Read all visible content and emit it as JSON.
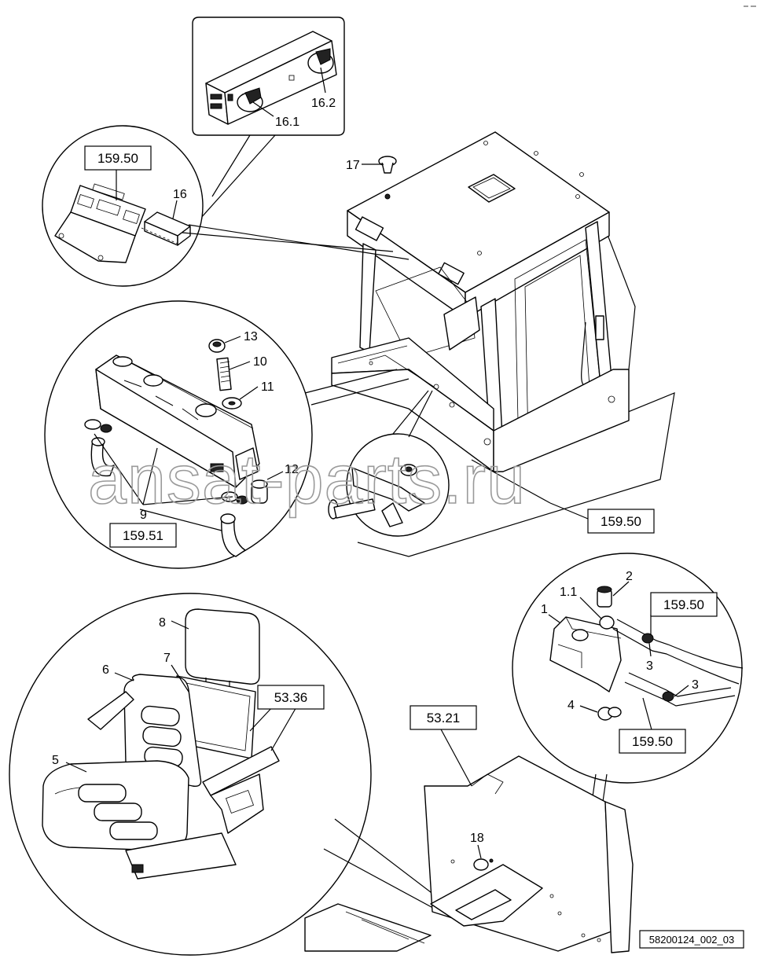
{
  "callouts": {
    "c16_1": "16.1",
    "c16_2": "16.2",
    "c16": "16",
    "c17": "17",
    "c13": "13",
    "c10": "10",
    "c11": "11",
    "c12": "12",
    "c9": "9",
    "c8": "8",
    "c7": "7",
    "c6": "6",
    "c5": "5",
    "c18": "18",
    "c1": "1",
    "c1_1": "1.1",
    "c2": "2",
    "c3a": "3",
    "c3b": "3",
    "c4": "4"
  },
  "refs": {
    "r159_50_top": "159.50",
    "r159_51": "159.51",
    "r159_50_cab": "159.50",
    "r159_50_washer_top": "159.50",
    "r159_50_washer_bottom": "159.50",
    "r53_36": "53.36",
    "r53_21": "53.21"
  },
  "watermark": "ansat-parts.ru",
  "drawing_id": "58200124_002_03"
}
